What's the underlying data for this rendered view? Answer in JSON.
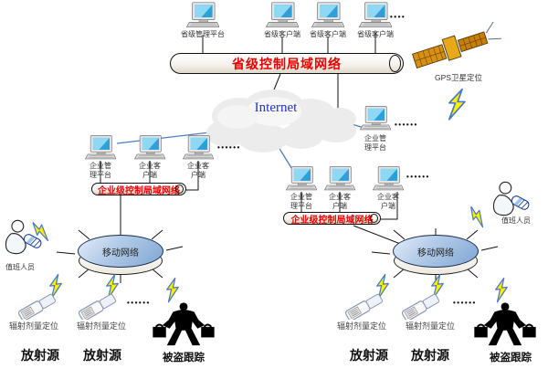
{
  "provincial": {
    "platform_label": "省级管理平台",
    "client_labels": [
      "省级客户端",
      "省级客户端",
      "省级客户端"
    ],
    "dots": "••••",
    "bus_label": "省级控制局域网络"
  },
  "internet": {
    "label": "Internet"
  },
  "gps": {
    "label": "GPS卫星定位"
  },
  "enterprise_hq": {
    "label": "企业管理平台",
    "dots": "••••••"
  },
  "enterprise_left": {
    "computer_labels": [
      "企业管理平台",
      "企业客户端",
      "企业客户端"
    ],
    "dots": "••••••",
    "bus_label": "企业级控制局域网络",
    "mobile_label": "移动网络"
  },
  "enterprise_right": {
    "computer_labels": [
      "企业管理平台",
      "企业客户端",
      "企业客户端"
    ],
    "dots": "••••••",
    "bus_label": "企业级控制局域网络",
    "mobile_label": "移动网络"
  },
  "duty_left": {
    "label": "值班人员"
  },
  "duty_right": {
    "label": "值班人员"
  },
  "site_left": {
    "dosimeter_labels": [
      "辐射剂量定位",
      "辐射剂量定位"
    ],
    "source_labels": [
      "放射源",
      "放射源"
    ],
    "dots": "••••••",
    "stolen_label": "被盗跟踪"
  },
  "site_right": {
    "dosimeter_labels": [
      "辐射剂量定位",
      "辐射剂量定位"
    ],
    "source_labels": [
      "放射源",
      "放射源"
    ],
    "dots": "••••••",
    "stolen_label": "被盗跟踪"
  },
  "colors": {
    "bus_text": "#e60000",
    "internet_text": "#2233bb",
    "bolt_fill": "#faf000",
    "bolt_stroke": "#4a78c8",
    "oval_fill": "#7fa6d4"
  }
}
